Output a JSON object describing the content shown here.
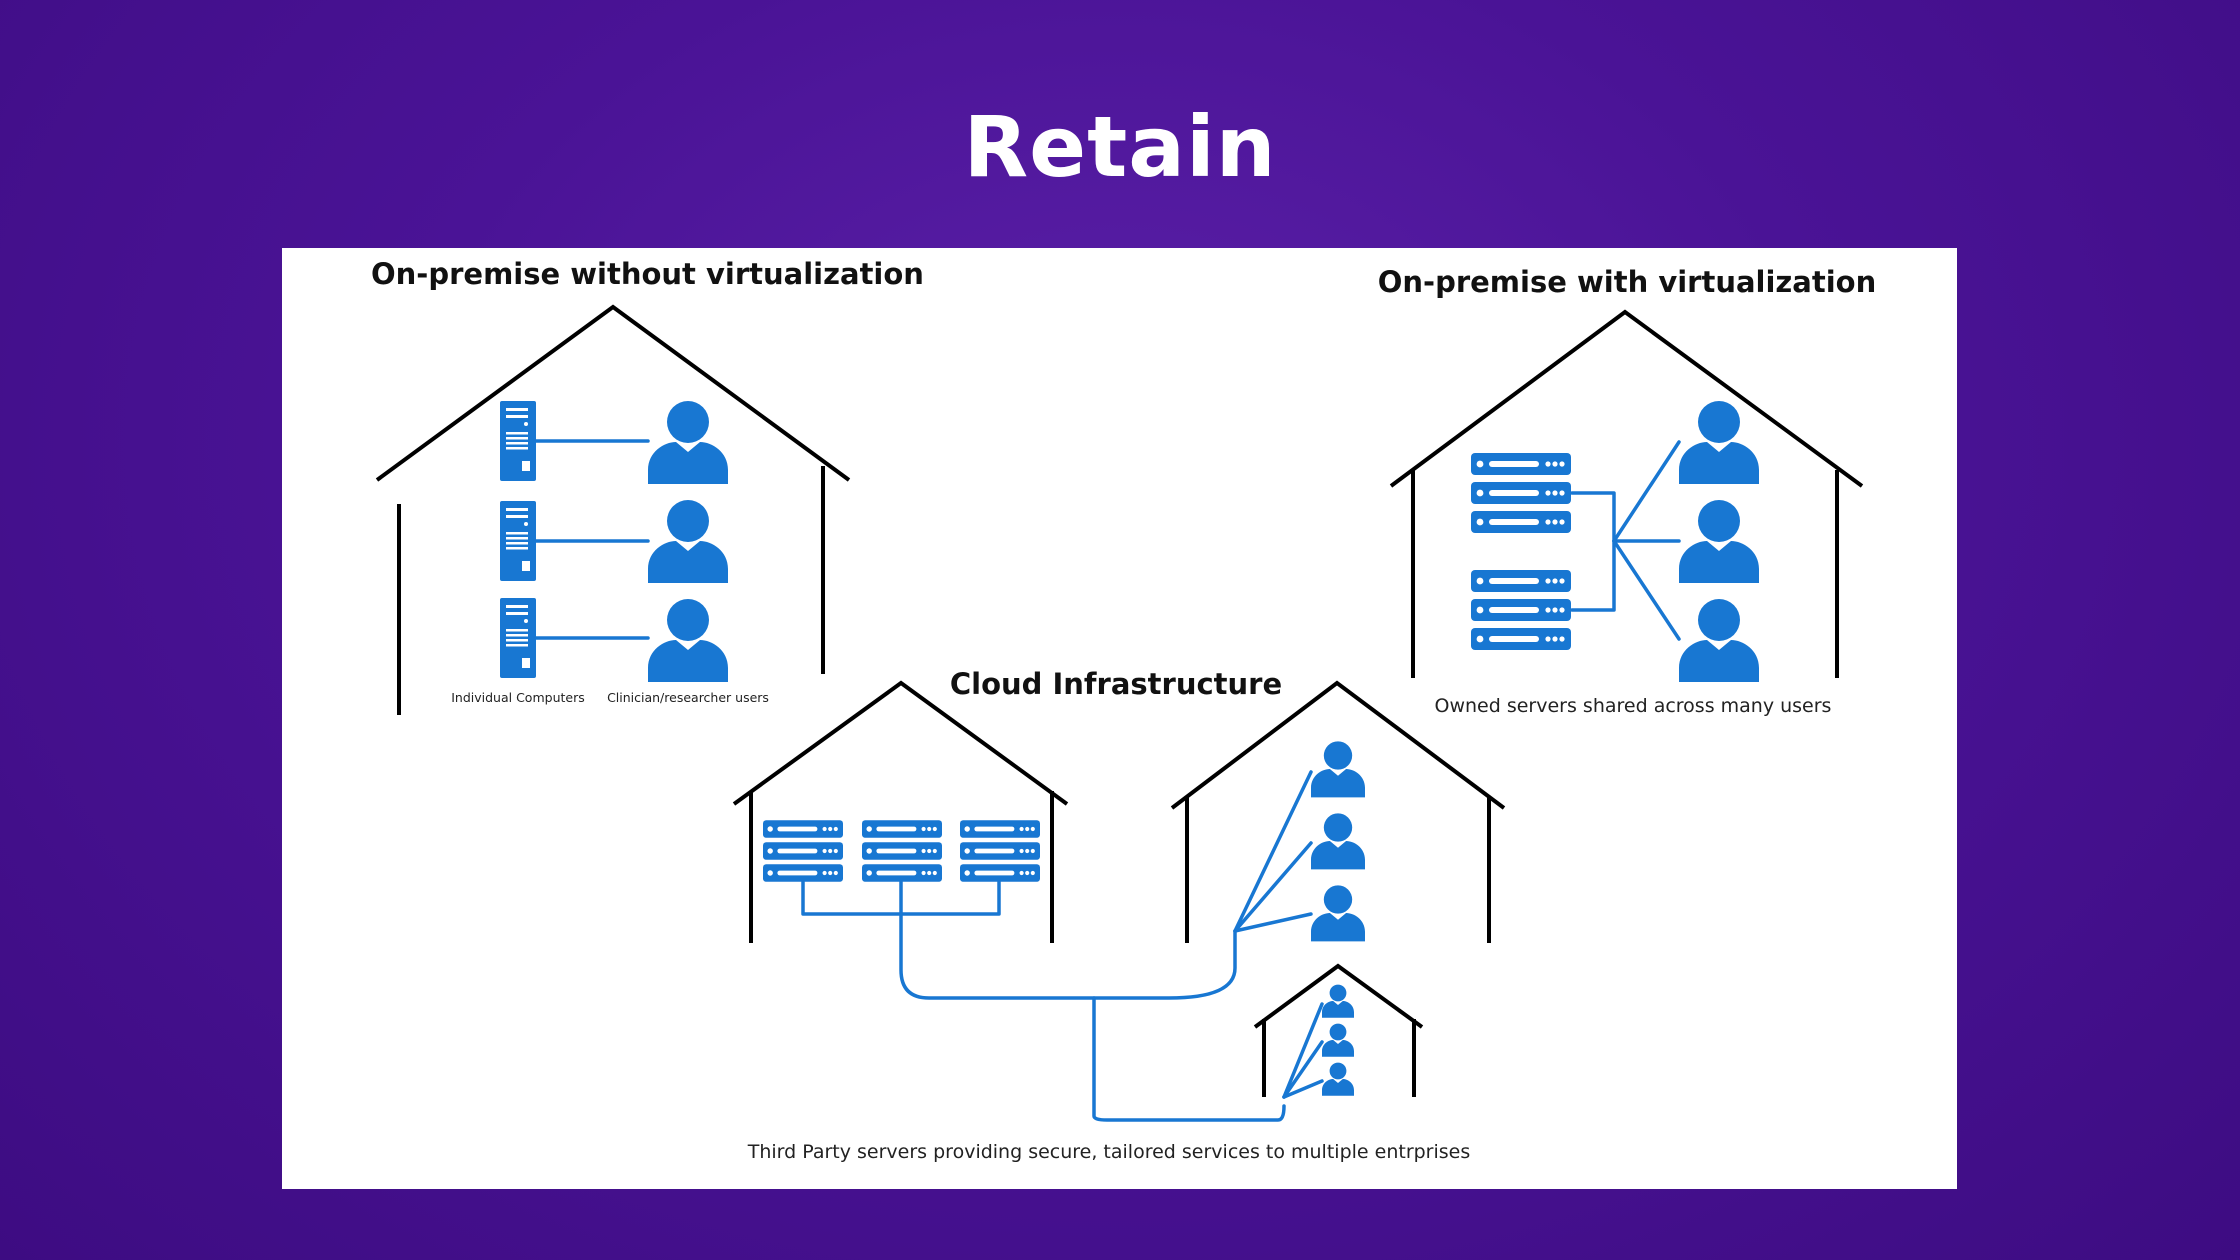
{
  "slide": {
    "title": "Retain"
  },
  "diagram": {
    "on_premise_no_virt": {
      "title": "On-premise without virtualization",
      "label_computers": "Individual Computers",
      "label_users": "Clinician/researcher users"
    },
    "on_premise_virt": {
      "title": "On-premise with virtualization",
      "caption": "Owned servers shared across many users"
    },
    "cloud": {
      "title": "Cloud Infrastructure",
      "caption": "Third Party servers providing secure, tailored services to multiple entrprises"
    }
  },
  "colors": {
    "background": "#4a1396",
    "panel": "#ffffff",
    "accent": "#1877d2",
    "lines": "#000000"
  },
  "icons": [
    "tower-server-icon",
    "server-rack-icon",
    "user-icon"
  ]
}
